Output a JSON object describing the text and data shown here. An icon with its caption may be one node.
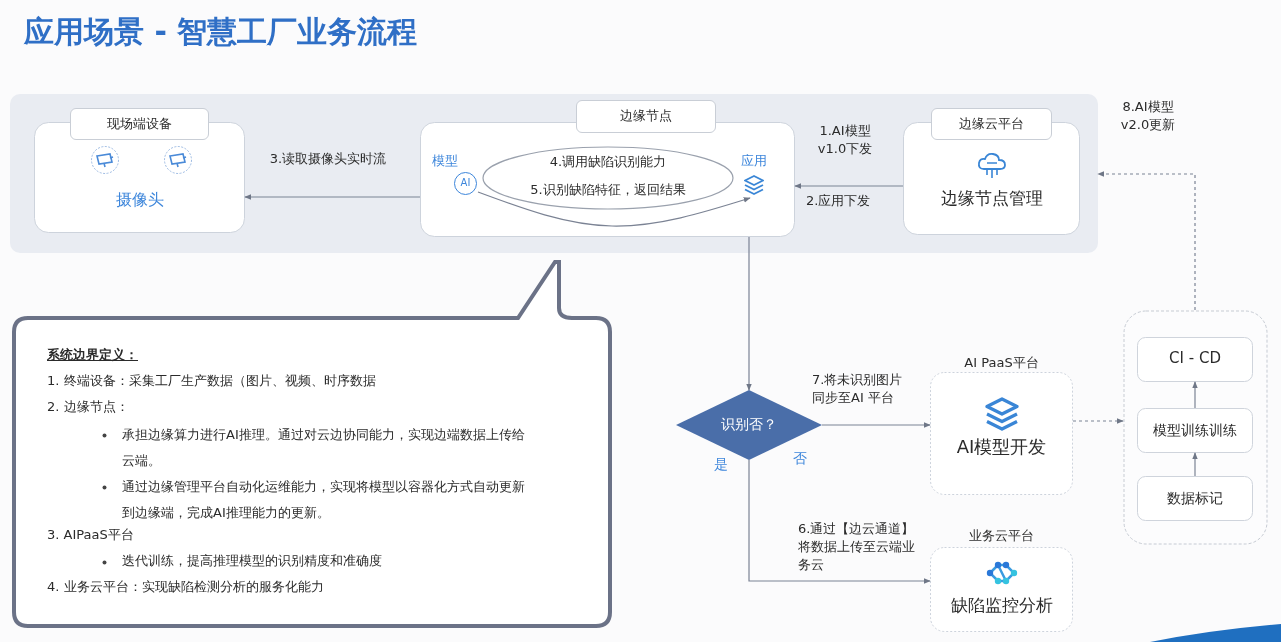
{
  "diagram": {
    "title": "应用场景 - 智慧工厂业务流程",
    "nodes": [
      {
        "text": [],
        "shape": "box"
      },
      {
        "text": [
          "现场端设备",
          "摄像头"
        ],
        "in": 0
      },
      {
        "text": [
          "边缘节点"
        ],
        "in": 0
      },
      {
        "text": [
          "4.调用缺陷识别能力",
          "5.识别缺陷特征，返回结果"
        ],
        "in": 2
      },
      {
        "text": [
          "模型",
          "AI"
        ],
        "in": 2
      },
      {
        "text": [
          "应用"
        ],
        "in": 2
      },
      {
        "text": [
          "边缘云平台",
          "边缘节点管理"
        ],
        "in": 0
      },
      {
        "text": [
          "识别否？"
        ]
      },
      {
        "text": [
          "AI PaaS平台",
          "AI模型开发"
        ]
      },
      {
        "text": [
          "业务云平台",
          "缺陷监控分析"
        ]
      },
      {
        "text": [],
        "shape": "box"
      },
      {
        "text": [
          "CI - CD"
        ],
        "in": 10
      },
      {
        "text": [
          "模型训练训练"
        ],
        "in": 10
      },
      {
        "text": [
          "数据标记"
        ],
        "in": 10
      },
      {
        "text": [
          "系统边界定义：",
          "1. 终端设备：采集工厂生产数据（图片、视频、时序数据",
          "2. 边缘节点：",
          "承担边缘算力进行AI推理。通过对云边协同能力，实现边端数据上传给云端。",
          "通过边缘管理平台自动化运维能力，实现将模型以容器化方式自动更新到边缘端，完成AI推理能力的更新。",
          "3. AIPaaS平台",
          "迭代训练，提高推理模型的识别精度和准确度",
          "4. 业务云平台：实现缺陷检测分析的服务化能力"
        ]
      }
    ],
    "edges": [
      {
        "from": 2,
        "to": 1,
        "arrow": "to",
        "label": "3.读取摄像头实时流"
      },
      {
        "from": 6,
        "to": 2,
        "arrow": "to",
        "label": "1.AI模型 v1.0下发"
      },
      {
        "from": 4,
        "to": 5,
        "arrow": "to"
      },
      {
        "from": 2,
        "to": 7,
        "arrow": "to"
      },
      {
        "from": 7,
        "to": 8,
        "arrow": "to",
        "label": "7.将未识别图片同步至AI 平台"
      },
      {
        "from": 7,
        "to": 9,
        "arrow": "to",
        "label": "6.通过【边云通道】将数据上传至云端业务云"
      },
      {
        "from": 8,
        "to": 10,
        "arrow": "to",
        "style": "dashed"
      },
      {
        "from": 13,
        "to": 12,
        "arrow": "to"
      },
      {
        "from": 12,
        "to": 11,
        "arrow": "to"
      },
      {
        "from": 10,
        "to": 0,
        "arrow": "to",
        "style": "dashed",
        "label": "8.AI模型 v2.0更新"
      }
    ],
    "labels": [
      "2.应用下发",
      "是",
      "否"
    ]
  }
}
